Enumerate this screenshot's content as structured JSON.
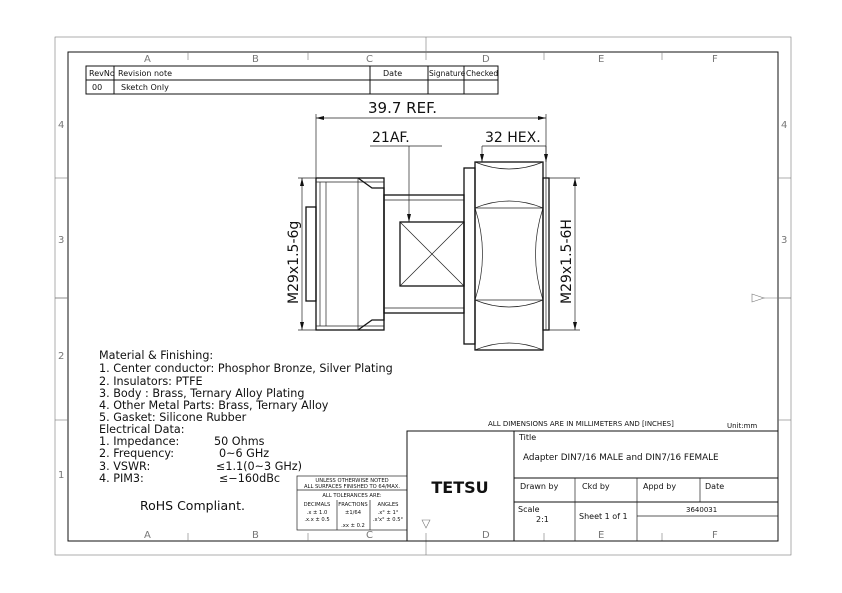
{
  "revision_table": {
    "headers": [
      "RevNo",
      "Revision note",
      "Date",
      "Signature",
      "Checked"
    ],
    "row": [
      "00",
      "Sketch Only",
      "",
      "",
      ""
    ]
  },
  "zones": {
    "columns": [
      "A",
      "B",
      "C",
      "D",
      "E",
      "F"
    ],
    "rows": [
      "4",
      "3",
      "2",
      "1"
    ]
  },
  "dimensions": {
    "length": "39.7 REF.",
    "flats": "21AF.",
    "hex": "32 HEX.",
    "male_thread": "M29x1.5-6g",
    "female_thread": "M29x1.5-6H"
  },
  "notes": [
    "Material & Finishing:",
    "1. Center conductor: Phosphor Bronze, Silver Plating",
    "2. Insulators: PTFE",
    "3. Body : Brass, Ternary Alloy Plating",
    "4. Other Metal Parts: Brass, Ternary Alloy",
    "5. Gasket: Silicone Rubber",
    "Electrical Data:"
  ],
  "electrical": [
    {
      "label": "1. Impedance:",
      "value": "50 Ohms"
    },
    {
      "label": "2. Frequency:",
      "value": "0~6 GHz"
    },
    {
      "label": "3. VSWR:",
      "value": "≤1.1(0~3 GHz)"
    },
    {
      "label": "4. PIM3:",
      "value": "≤−160dBc"
    }
  ],
  "rohs": "RoHS Compliant.",
  "tolerance_box": {
    "line1": "UNLESS OTHERWISE NOTED",
    "line2": "ALL SURFACES FINISHED TO 64/MAX.",
    "line3": "ALL TOLERANCES ARE:",
    "col_decimals": "DECIMALS",
    "col_fractions": "FRACTIONS",
    "col_angles": "ANGLES",
    "dec1": ".x ± 1.0",
    "dec2": ".x.x ± 0.5",
    "frac1": "±1/64",
    "frac2": ".xx ± 0.2",
    "ang1": ".x° ± 1°",
    "ang2": ".x'x° ± 0.5°"
  },
  "dimension_note": "ALL DIMENSIONS ARE IN MILLIMETERS AND [INCHES]",
  "unit": "Unit:mm",
  "title_block": {
    "company": "TETSU",
    "title_label": "Title",
    "title": "Adapter DIN7/16 MALE and DIN7/16 FEMALE",
    "drawn_by": "Drawn by",
    "ckd_by": "Ckd by",
    "appd_by": "Appd by",
    "date": "Date",
    "scale_label": "Scale",
    "scale": "2:1",
    "sheet": "Sheet 1 of 1",
    "drawing_no": "3640031"
  }
}
